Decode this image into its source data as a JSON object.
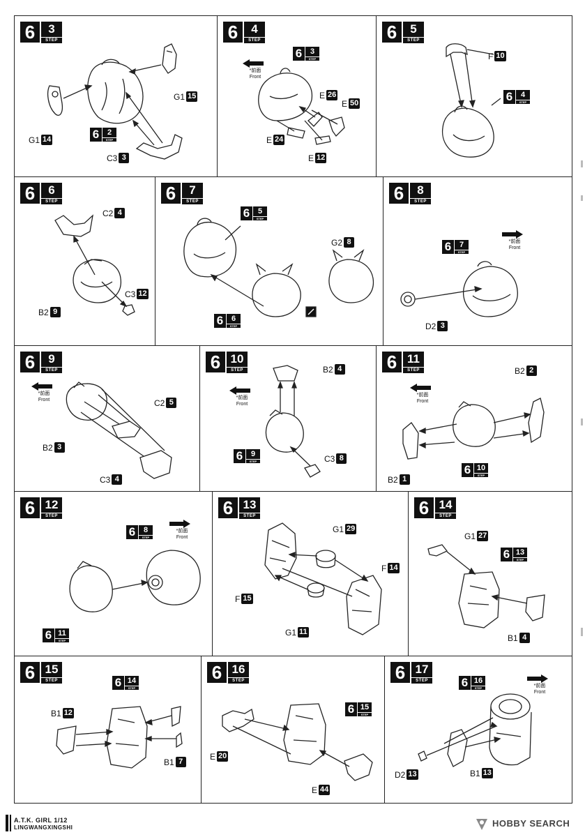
{
  "step_word": "STEP",
  "front_jp": "*前面",
  "front_en": "Front",
  "footer": {
    "model": "A.T.K. GIRL 1/12",
    "maker": "LINGWANGXINGSHI"
  },
  "watermark": "HOBBY SEARCH",
  "panels": [
    {
      "id": "s6-3",
      "major": "6",
      "minor": "3",
      "refs": [
        {
          "major": "6",
          "minor": "2"
        }
      ],
      "parts": [
        {
          "letter": "G1",
          "num": "15"
        },
        {
          "letter": "G1",
          "num": "14"
        },
        {
          "letter": "C3",
          "num": "3"
        }
      ]
    },
    {
      "id": "s6-4",
      "major": "6",
      "minor": "4",
      "refs": [
        {
          "major": "6",
          "minor": "3"
        }
      ],
      "parts": [
        {
          "letter": "E",
          "num": "26"
        },
        {
          "letter": "E",
          "num": "50"
        },
        {
          "letter": "E",
          "num": "24"
        },
        {
          "letter": "E",
          "num": "12"
        }
      ]
    },
    {
      "id": "s6-5",
      "major": "6",
      "minor": "5",
      "refs": [
        {
          "major": "6",
          "minor": "4"
        }
      ],
      "parts": [
        {
          "letter": "F",
          "num": "10"
        }
      ]
    },
    {
      "id": "s6-6",
      "major": "6",
      "minor": "6",
      "refs": [],
      "parts": [
        {
          "letter": "C2",
          "num": "4"
        },
        {
          "letter": "C3",
          "num": "12"
        },
        {
          "letter": "B2",
          "num": "9"
        }
      ]
    },
    {
      "id": "s6-7",
      "major": "6",
      "minor": "7",
      "refs": [
        {
          "major": "6",
          "minor": "5"
        },
        {
          "major": "6",
          "minor": "6"
        }
      ],
      "parts": [
        {
          "letter": "G2",
          "num": "8"
        }
      ]
    },
    {
      "id": "s6-8",
      "major": "6",
      "minor": "8",
      "refs": [
        {
          "major": "6",
          "minor": "7"
        }
      ],
      "parts": [
        {
          "letter": "D2",
          "num": "3"
        }
      ]
    },
    {
      "id": "s6-9",
      "major": "6",
      "minor": "9",
      "refs": [],
      "parts": [
        {
          "letter": "C2",
          "num": "5"
        },
        {
          "letter": "B2",
          "num": "3"
        },
        {
          "letter": "C3",
          "num": "4"
        }
      ]
    },
    {
      "id": "s6-10",
      "major": "6",
      "minor": "10",
      "refs": [
        {
          "major": "6",
          "minor": "9"
        }
      ],
      "parts": [
        {
          "letter": "B2",
          "num": "4"
        },
        {
          "letter": "C3",
          "num": "8"
        }
      ]
    },
    {
      "id": "s6-11",
      "major": "6",
      "minor": "11",
      "refs": [
        {
          "major": "6",
          "minor": "10"
        }
      ],
      "parts": [
        {
          "letter": "B2",
          "num": "2"
        },
        {
          "letter": "B2",
          "num": "1"
        }
      ]
    },
    {
      "id": "s6-12",
      "major": "6",
      "minor": "12",
      "refs": [
        {
          "major": "6",
          "minor": "8"
        },
        {
          "major": "6",
          "minor": "11"
        }
      ],
      "parts": []
    },
    {
      "id": "s6-13",
      "major": "6",
      "minor": "13",
      "refs": [],
      "parts": [
        {
          "letter": "G1",
          "num": "29"
        },
        {
          "letter": "F",
          "num": "14"
        },
        {
          "letter": "F",
          "num": "15"
        },
        {
          "letter": "G1",
          "num": "11"
        }
      ]
    },
    {
      "id": "s6-14",
      "major": "6",
      "minor": "14",
      "refs": [
        {
          "major": "6",
          "minor": "13"
        }
      ],
      "parts": [
        {
          "letter": "G1",
          "num": "27"
        },
        {
          "letter": "B1",
          "num": "4"
        }
      ]
    },
    {
      "id": "s6-15",
      "major": "6",
      "minor": "15",
      "refs": [
        {
          "major": "6",
          "minor": "14"
        }
      ],
      "parts": [
        {
          "letter": "B1",
          "num": "12"
        },
        {
          "letter": "B1",
          "num": "7"
        }
      ]
    },
    {
      "id": "s6-16",
      "major": "6",
      "minor": "16",
      "refs": [
        {
          "major": "6",
          "minor": "15"
        }
      ],
      "parts": [
        {
          "letter": "E",
          "num": "20"
        },
        {
          "letter": "E",
          "num": "44"
        }
      ]
    },
    {
      "id": "s6-17",
      "major": "6",
      "minor": "17",
      "refs": [
        {
          "major": "6",
          "minor": "16"
        }
      ],
      "parts": [
        {
          "letter": "D2",
          "num": "13"
        },
        {
          "letter": "B1",
          "num": "13"
        }
      ]
    }
  ]
}
